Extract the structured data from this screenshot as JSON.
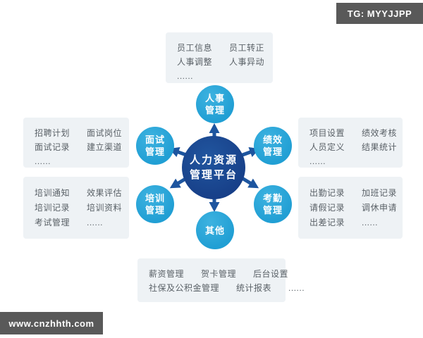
{
  "watermarks": {
    "tg_badge": "TG: MYYJJPP",
    "website_badge": "www.cnzhhth.com"
  },
  "colors": {
    "center_circle": "#1b4c9c",
    "satellite_circle": "#29a4d7",
    "arrow": "#1d559f",
    "panel_bg": "#eef2f5",
    "panel_text": "#5a6167",
    "badge_bg": "#595959"
  },
  "center_node": {
    "line1": "人力资源",
    "line2": "管理平台"
  },
  "nodes": {
    "personnel": {
      "line1": "人事",
      "line2": "管理"
    },
    "interview": {
      "line1": "面试",
      "line2": "管理"
    },
    "performance": {
      "line1": "绩效",
      "line2": "管理"
    },
    "training": {
      "line1": "培训",
      "line2": "管理"
    },
    "attendance": {
      "line1": "考勤",
      "line2": "管理"
    },
    "other": {
      "line1": "其他",
      "line2": ""
    }
  },
  "panels": {
    "personnel_detail": {
      "rows": [
        [
          "员工信息",
          "员工转正"
        ],
        [
          "人事调整",
          "人事异动"
        ],
        [
          "......"
        ]
      ]
    },
    "interview_detail": {
      "rows": [
        [
          "招聘计划",
          "面试岗位"
        ],
        [
          "面试记录",
          "建立渠道"
        ],
        [
          "......"
        ]
      ]
    },
    "performance_detail": {
      "rows": [
        [
          "项目设置",
          "绩效考核"
        ],
        [
          "人员定义",
          "结果统计"
        ],
        [
          "......"
        ]
      ]
    },
    "training_detail": {
      "rows": [
        [
          "培训通知",
          "效果评估"
        ],
        [
          "培训记录",
          "培训资料"
        ],
        [
          "考试管理",
          "......"
        ]
      ]
    },
    "attendance_detail": {
      "rows": [
        [
          "出勤记录",
          "加班记录"
        ],
        [
          "请假记录",
          "调休申请"
        ],
        [
          "出差记录",
          "......"
        ]
      ]
    },
    "other_detail": {
      "rows": [
        [
          "薪资管理",
          "贺卡管理",
          "后台设置"
        ],
        [
          "社保及公积金管理",
          "统计报表",
          "......"
        ]
      ]
    }
  }
}
